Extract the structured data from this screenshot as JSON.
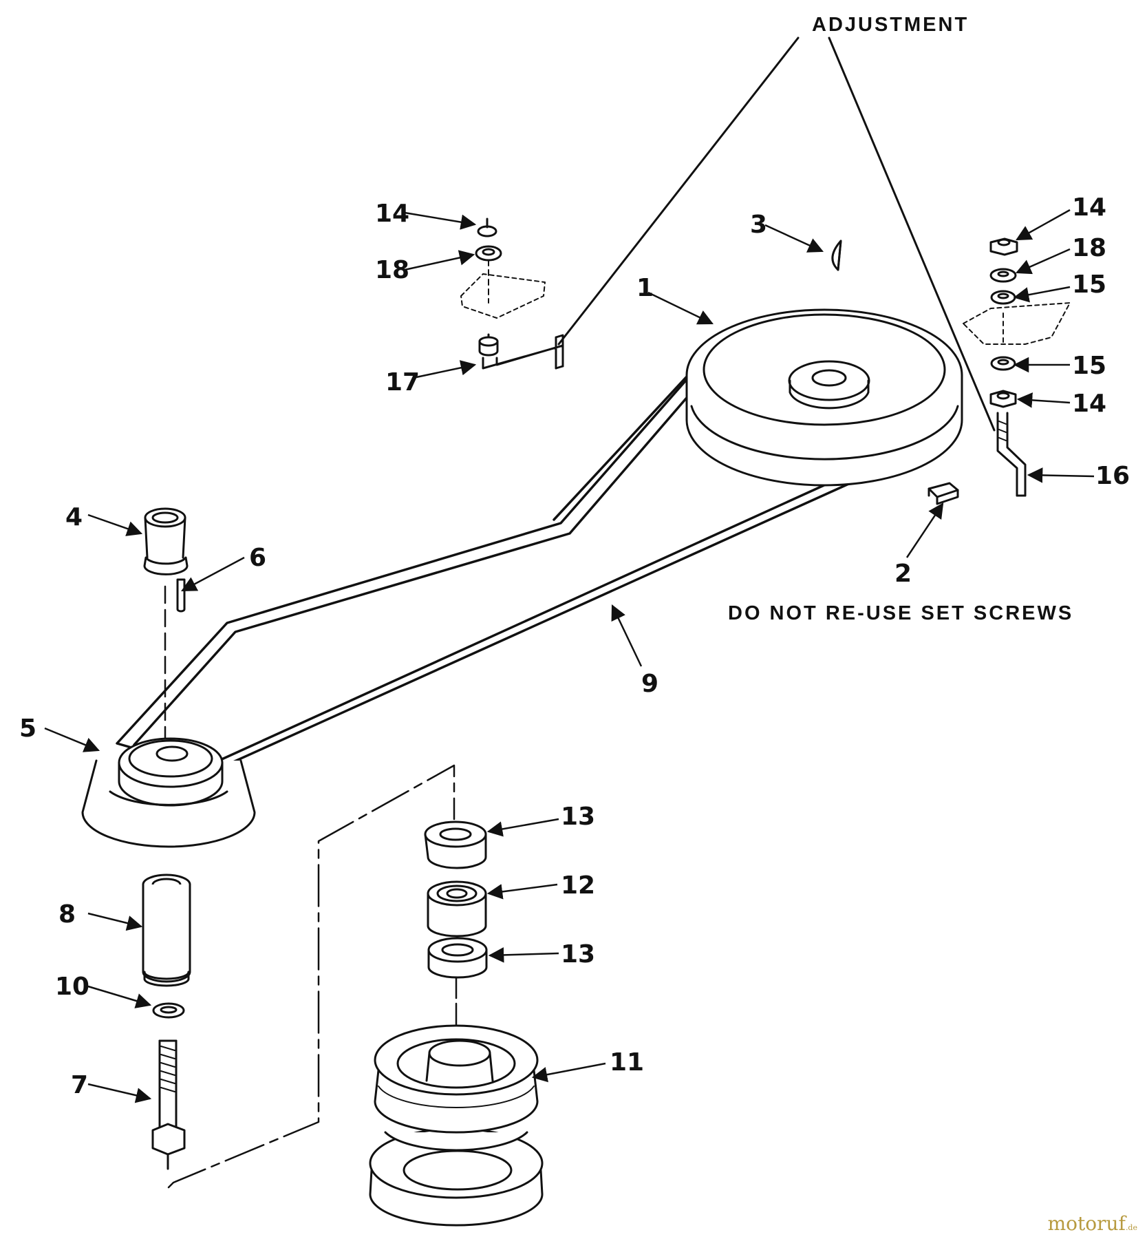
{
  "diagram": {
    "captions": {
      "adjustment": "ADJUSTMENT",
      "set_screws_note": "DO NOT RE-USE SET SCREWS"
    },
    "part_labels": {
      "p1": "1",
      "p2": "2",
      "p3": "3",
      "p4": "4",
      "p5": "5",
      "p6": "6",
      "p7": "7",
      "p8": "8",
      "p9": "9",
      "p10": "10",
      "p11": "11",
      "p12": "12",
      "p13a": "13",
      "p13b": "13",
      "p14a": "14",
      "p14b": "14",
      "p14c": "14",
      "p15a": "15",
      "p15b": "15",
      "p16": "16",
      "p17": "17",
      "p18a": "18",
      "p18b": "18"
    },
    "line_color": "#111111"
  },
  "watermark": {
    "brand": "motoruf",
    "tld": ".de",
    "color": "#b79a3f"
  }
}
